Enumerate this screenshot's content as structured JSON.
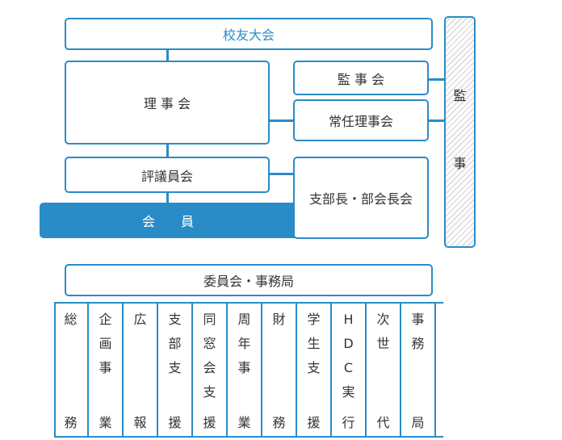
{
  "top": {
    "alumni": "校友大会",
    "board": "理 事 会",
    "audit_committee": "監 事 会",
    "standing_board": "常任理事会",
    "council": "評議員会",
    "members": "会　　員",
    "branch_heads": "支部長・部会長会",
    "auditor_top": "監",
    "auditor_bottom": "事"
  },
  "committee": "委員会・事務局",
  "departments": [
    {
      "top": [
        "総"
      ],
      "bottom": [
        "務"
      ]
    },
    {
      "top": [
        "企",
        "画",
        "事"
      ],
      "bottom": [
        "業"
      ]
    },
    {
      "top": [
        "広"
      ],
      "bottom": [
        "報"
      ]
    },
    {
      "top": [
        "支",
        "部",
        "支"
      ],
      "bottom": [
        "援"
      ]
    },
    {
      "top": [
        "同",
        "窓",
        "会",
        "支"
      ],
      "bottom": [
        "援"
      ]
    },
    {
      "top": [
        "周",
        "年",
        "事"
      ],
      "bottom": [
        "業"
      ]
    },
    {
      "top": [
        "財"
      ],
      "bottom": [
        "務"
      ]
    },
    {
      "top": [
        "学",
        "生",
        "支"
      ],
      "bottom": [
        "援"
      ]
    },
    {
      "top": [
        "H",
        "D",
        "C",
        "実"
      ],
      "bottom": [
        "行"
      ]
    },
    {
      "top": [
        "次",
        "世"
      ],
      "bottom": [
        "代"
      ]
    },
    {
      "top": [
        "事",
        "務"
      ],
      "bottom": [
        "局"
      ]
    }
  ]
}
